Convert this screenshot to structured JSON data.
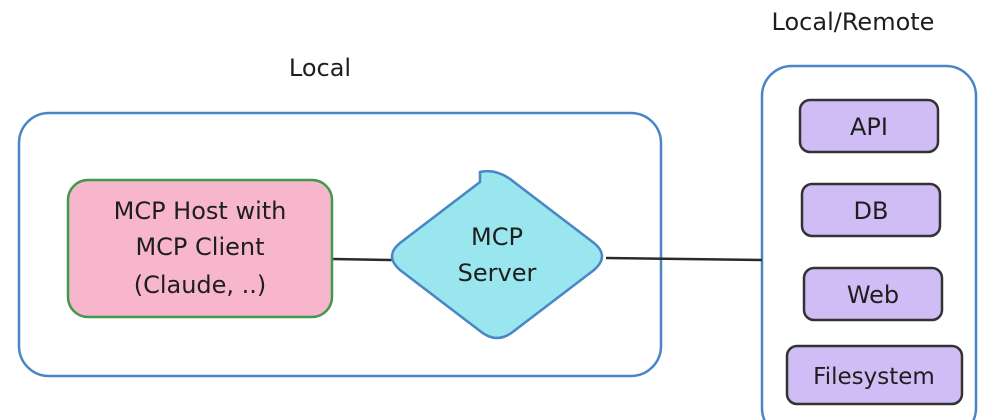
{
  "diagram": {
    "labels": {
      "local": "Local",
      "local_remote": "Local/Remote"
    },
    "host": {
      "lines": [
        "MCP Host with",
        "MCP Client",
        "(Claude, ..)"
      ]
    },
    "server": {
      "lines": [
        "MCP",
        "Server"
      ]
    },
    "resources": {
      "api": "API",
      "db": "DB",
      "web": "Web",
      "filesystem": "Filesystem"
    },
    "colors": {
      "container_stroke": "#4a86c5",
      "host_fill": "#f7b6cc",
      "host_stroke": "#3f9a4a",
      "server_fill": "#99e6ef",
      "server_stroke": "#4a86c5",
      "resource_fill": "#d0bdf5",
      "resource_stroke": "#333333",
      "connector": "#2b2b2b"
    }
  }
}
